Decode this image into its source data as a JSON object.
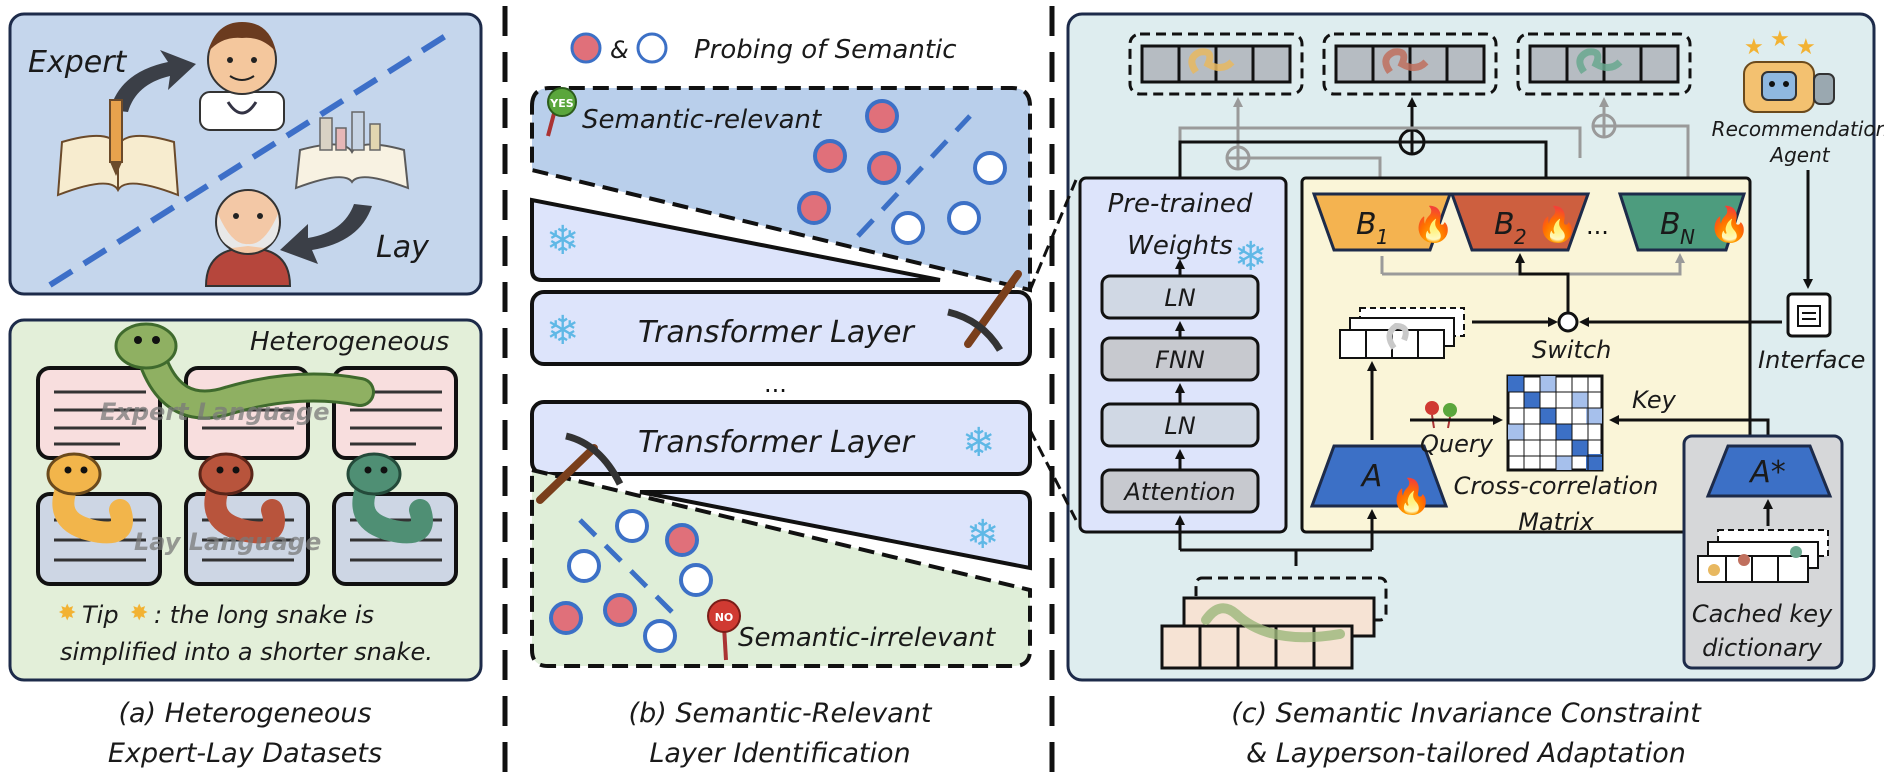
{
  "panel_a": {
    "top": {
      "expert_label": "Expert",
      "lay_label": "Lay"
    },
    "bottom": {
      "heterogeneous_label": "Heterogeneous",
      "expert_language": "Expert Language",
      "lay_language": "Lay Language",
      "tip_line1": "Tip",
      "tip_line1_rest": " : the long snake is",
      "tip_line2": "simplified into a shorter snake."
    },
    "caption_line1": "(a) Heterogeneous",
    "caption_line2": "Expert-Lay Datasets"
  },
  "panel_b": {
    "legend_amp": "&",
    "legend_text": "Probing of Semantic",
    "semantic_relevant": "Semantic-relevant",
    "semantic_irrelevant": "Semantic-irrelevant",
    "transformer_layer_1": "Transformer Layer",
    "transformer_layer_2": "Transformer Layer",
    "ellipsis": "...",
    "yes_badge": "YES",
    "no_badge": "NO",
    "caption_line1": "(b) Semantic-Relevant",
    "caption_line2": "Layer Identification"
  },
  "panel_c": {
    "pretrained_line1": "Pre-trained",
    "pretrained_line2": "Weights",
    "ln_top": "LN",
    "fnn": "FNN",
    "ln_bottom": "LN",
    "attention": "Attention",
    "b1": "B",
    "b1_sub": "1",
    "b2": "B",
    "b2_sub": "2",
    "bn": "B",
    "bn_sub": "N",
    "b_ellipsis": "...",
    "a_label": "A",
    "a_star_label": "A*",
    "switch_label": "Switch",
    "interface_label": "Interface",
    "key_label": "Key",
    "query_label": "Query",
    "matrix_line1": "Cross-correlation",
    "matrix_line2": "Matrix",
    "cached_line1": "Cached key",
    "cached_line2": "dictionary",
    "agent_line1": "Recommendation",
    "agent_line2": "Agent",
    "caption_line1": "(c) Semantic Invariance Constraint",
    "caption_line2": "& Layperson-tailored Adaptation"
  },
  "colors": {
    "panel_a_top_bg": "#c5d6ec",
    "panel_a_bottom_bg": "#e3efd9",
    "panel_c_bg": "#deedef",
    "relevant_bg": "#b9cfeb",
    "irrelevant_bg": "#dfeed8",
    "layer_bg": "#dde4fb",
    "inner_bg": "#faf5d8",
    "b1": "#f4b350",
    "b2": "#cd5f3f",
    "bn": "#4d9c7e",
    "a_blue": "#3c70c6",
    "red_dot": "#e0707a",
    "dot_stroke": "#3c70c6"
  }
}
